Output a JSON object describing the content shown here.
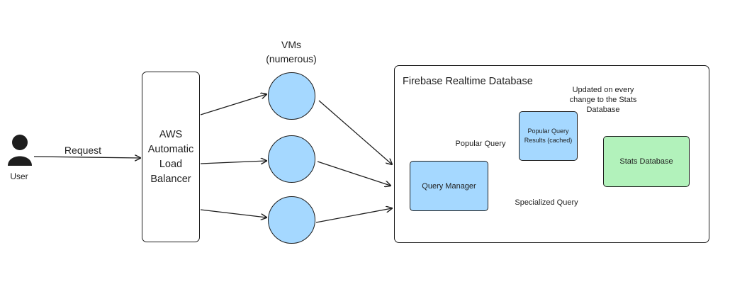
{
  "user": {
    "label": "User"
  },
  "edges": {
    "request": "Request",
    "popular_query": "Popular Query",
    "specialized_query": "Specialized Query"
  },
  "load_balancer": {
    "line1": "AWS",
    "line2": "Automatic",
    "line3": "Load",
    "line4": "Balancer"
  },
  "vms": {
    "title": "VMs",
    "subtitle": "(numerous)"
  },
  "firebase": {
    "title": "Firebase Realtime Database",
    "note_line1": "Updated on every",
    "note_line2": "change to the Stats",
    "note_line3": "Database",
    "query_manager": "Query Manager",
    "popular_results_line1": "Popular Query",
    "popular_results_line2": "Results (cached)",
    "stats_db": "Stats Database"
  },
  "colors": {
    "node_fill": "#a5d8ff",
    "stats_fill": "#b2f2bb",
    "stroke": "#1e1e1e",
    "user_icon": "#1e1e1e"
  }
}
